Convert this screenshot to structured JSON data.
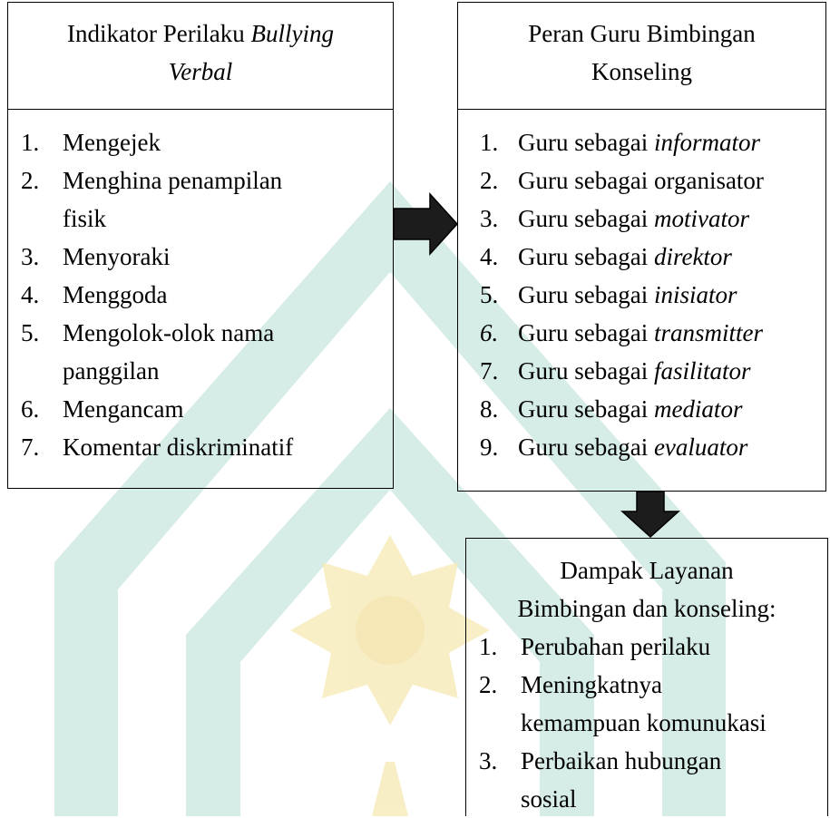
{
  "colors": {
    "border": "#000000",
    "arrow_fill": "#1c1c1c",
    "wm_green": "#b5ddd4",
    "wm_yellow": "#f6e9b3"
  },
  "left_box": {
    "title_1": "Indikator Perilaku ",
    "title_1_em": "Bullying",
    "title_2_em": "Verbal",
    "items": [
      {
        "n": "1.",
        "pre": "Mengejek",
        "em": "",
        "cont": ""
      },
      {
        "n": "2.",
        "pre": "Menghina penampilan",
        "em": "",
        "cont": "fisik"
      },
      {
        "n": "3.",
        "pre": "Menyoraki",
        "em": "",
        "cont": ""
      },
      {
        "n": "4.",
        "pre": "Menggoda",
        "em": "",
        "cont": ""
      },
      {
        "n": "5.",
        "pre": "Mengolok-olok nama",
        "em": "",
        "cont": "panggilan"
      },
      {
        "n": "6.",
        "pre": "Mengancam",
        "em": "",
        "cont": ""
      },
      {
        "n": "7.",
        "pre": "Komentar diskriminatif",
        "em": "",
        "cont": ""
      }
    ]
  },
  "right_box": {
    "title_1": "Peran Guru Bimbingan",
    "title_2": "Konseling",
    "items": [
      {
        "n": "1.",
        "pre": "Guru sebagai ",
        "em": "informator"
      },
      {
        "n": "2.",
        "pre": "Guru sebagai organisator",
        "em": ""
      },
      {
        "n": "3.",
        "pre": "Guru sebagai ",
        "em": "motivator"
      },
      {
        "n": "4.",
        "pre": "Guru sebagai ",
        "em": "direktor"
      },
      {
        "n": "5.",
        "pre": "Guru sebagai ",
        "em": "inisiator"
      },
      {
        "n": "6.",
        "pre": "Guru sebagai ",
        "em": "transmitter"
      },
      {
        "n": "7.",
        "pre": "Guru sebagai ",
        "em": "fasilitator"
      },
      {
        "n": "8.",
        "pre": "Guru sebagai ",
        "em": "mediator"
      },
      {
        "n": "9.",
        "pre": "Guru sebagai ",
        "em": "evaluator"
      }
    ]
  },
  "bottom_box": {
    "title_1": "Dampak Layanan",
    "title_2": "Bimbingan dan konseling:",
    "items": [
      {
        "n": "1.",
        "pre": "Perubahan perilaku",
        "cont": ""
      },
      {
        "n": "2.",
        "pre": "Meningkatnya",
        "cont": "kemampuan komunukasi"
      },
      {
        "n": "3.",
        "pre": "Perbaikan hubungan",
        "cont": "sosial"
      }
    ]
  }
}
